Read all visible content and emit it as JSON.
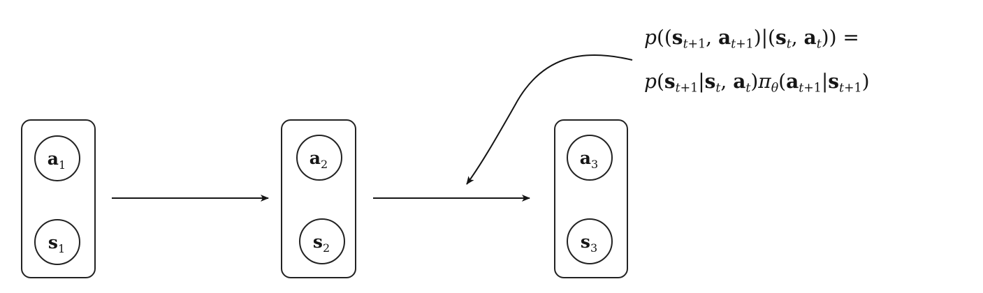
{
  "figure": {
    "states": [
      {
        "action": "a",
        "action_index": "1",
        "state": "s",
        "state_index": "1"
      },
      {
        "action": "a",
        "action_index": "2",
        "state": "s",
        "state_index": "2"
      },
      {
        "action": "a",
        "action_index": "3",
        "state": "s",
        "state_index": "3"
      }
    ],
    "formula": {
      "line1": "p((s_{t+1}, a_{t+1}) | (s_t, a_t)) =",
      "line2": "p(s_{t+1} | s_t, a_t) π_θ(a_{t+1} | s_{t+1})"
    }
  }
}
